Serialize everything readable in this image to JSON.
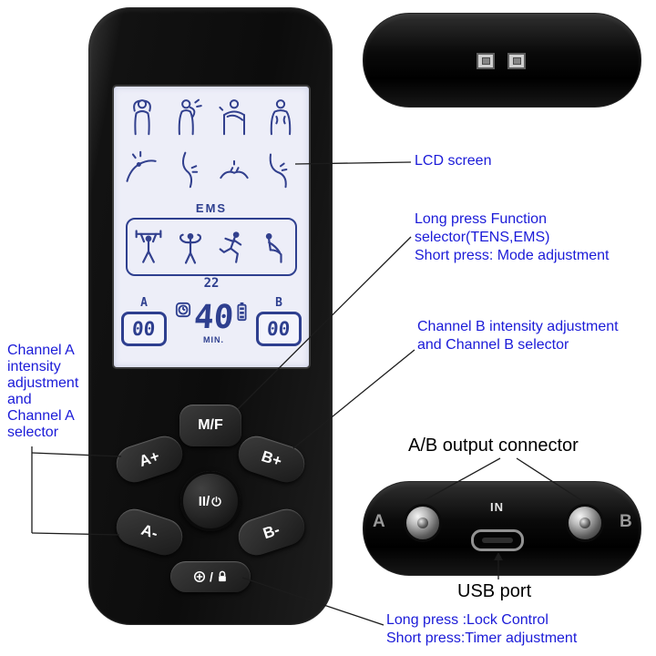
{
  "colors": {
    "annotation_blue": "#1b1bd8",
    "annotation_black": "#000000",
    "device_black": "#0c0c0c",
    "screen_background": "#edeef8",
    "screen_ink": "#2e3f8f",
    "button_text": "#ffffff"
  },
  "annotations": {
    "lcd_screen": "LCD screen",
    "function_selector": "Long press Function\nselector(TENS,EMS)\nShort press: Mode adjustment",
    "channel_b": "Channel B intensity adjustment\nand Channel B selector",
    "channel_a": "Channel A\nintensity\nadjustment\nand\nChannel A\nselector",
    "ab_output": "A/B output connector",
    "usb_port": "USB port",
    "lock_timer": "Long press :Lock Control\nShort press:Timer adjustment"
  },
  "device": {
    "screen": {
      "ems_label": "EMS",
      "program_number": "22",
      "channel_a": {
        "label": "A",
        "value": "00"
      },
      "channel_b": {
        "label": "B",
        "value": "00"
      },
      "timer": {
        "value": "40",
        "unit": "MIN."
      },
      "icons": {
        "body_mode_icons": [
          "arms-raised-back-icon",
          "neck-massage-icon",
          "shoulder-massage-icon",
          "upper-back-icon",
          "elbow-icon",
          "knee-icon",
          "hands-massage-icon",
          "joint-pain-icon"
        ],
        "ems_mode_icons": [
          "dumbbell-press-icon",
          "bicep-flex-icon",
          "running-icon",
          "seated-stretch-icon"
        ],
        "timer_icon": "clock-icon",
        "battery_icon": "battery-icon"
      }
    },
    "buttons": {
      "mode": "M/F",
      "a_plus": "A+",
      "a_minus": "A-",
      "b_plus": "B+",
      "b_minus": "B-",
      "pause_power": "II/",
      "timer_lock_sep": "/"
    }
  },
  "top_view": {
    "ports": [
      "output-jack-left",
      "output-jack-right"
    ]
  },
  "bottom_view": {
    "left_label": "A",
    "in_label": "IN",
    "right_label": "B"
  }
}
